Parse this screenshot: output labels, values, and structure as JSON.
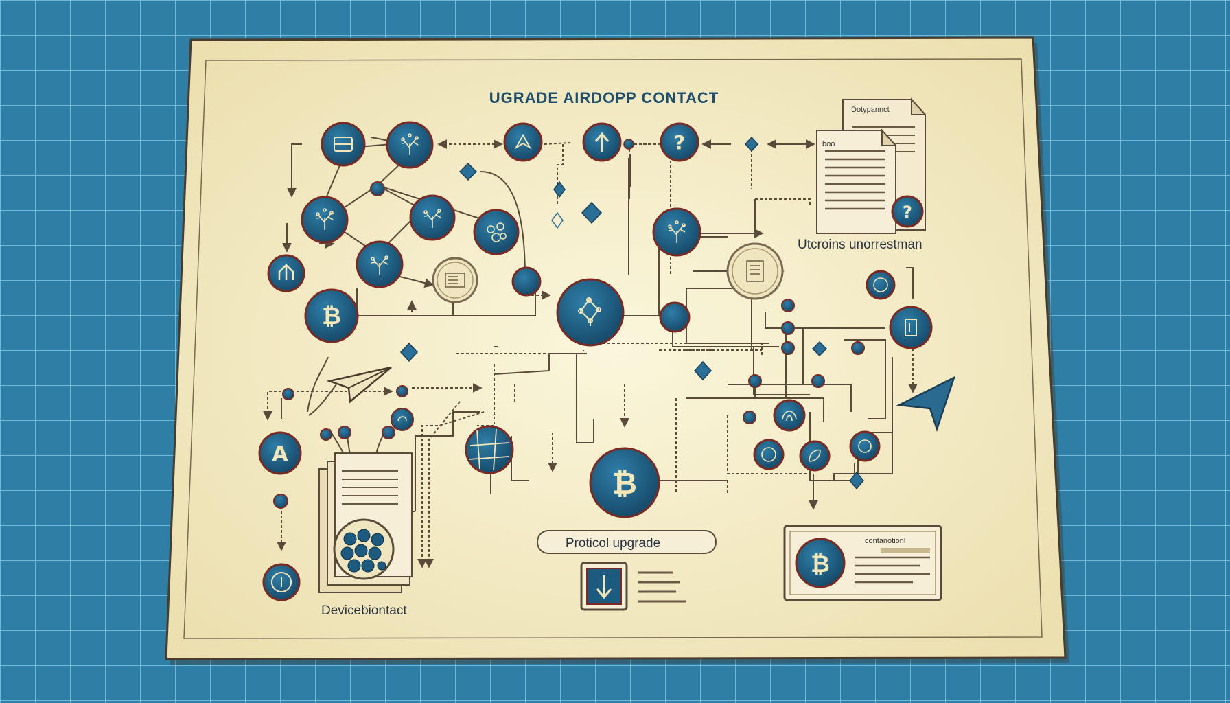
{
  "diagram": {
    "title": "UGRADE AIRDOPP CONTACT",
    "label_right": "Utcroins unorrestman",
    "label_protocol": "Proticol upgrade",
    "label_device": "Devicebiontact",
    "doc_top_header": "Dotypannct",
    "doc_top_sub": "boo",
    "card_header": "contanotionl"
  },
  "colors": {
    "grid_bg": "#2f7ea6",
    "paper": "#f6efcc",
    "node_fill": "#1d5a80",
    "node_ring": "#7a2a22",
    "line": "#5a4a3a",
    "glyph": "#f4e6b8"
  },
  "icons": {
    "bitcoin": "bitcoin-icon",
    "question": "question-icon",
    "arrow_up": "arrow-up-icon",
    "arrow_down": "arrow-down-icon",
    "network": "network-icon",
    "paper_plane": "paper-plane-icon",
    "cursor": "cursor-arrow-icon",
    "document": "document-icon"
  }
}
